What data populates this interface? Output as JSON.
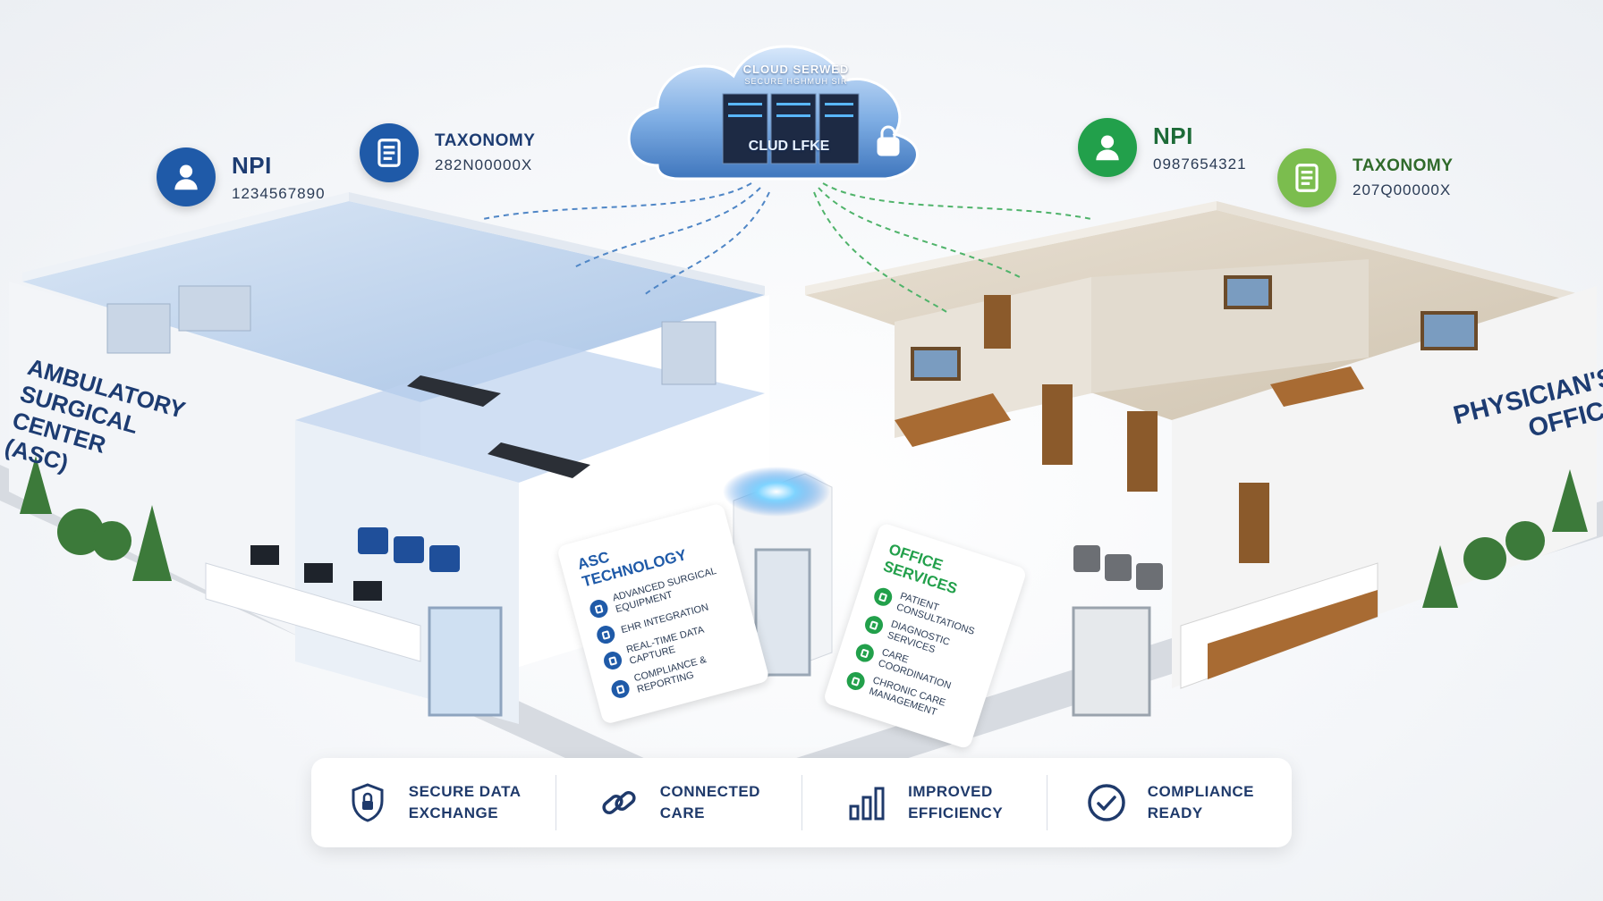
{
  "cloud": {
    "title": "CLOUD SERWED",
    "subtitle": "SECURE HGHMUH SIR",
    "rack_label": "CLUD LFKE"
  },
  "asc": {
    "label_lines": [
      "AMBULATORY",
      "SURGICAL CENTER",
      "(ASC)"
    ],
    "npi_label": "NPI",
    "npi_value": "1234567890",
    "taxonomy_label": "TAXONOMY",
    "taxonomy_value": "282N00000X",
    "panel": {
      "title": "ASC TECHNOLOGY",
      "items": [
        "ADVANCED SURGICAL EQUIPMENT",
        "EHR INTEGRATION",
        "REAL-TIME DATA CAPTURE",
        "COMPLIANCE & REPORTING"
      ]
    }
  },
  "office": {
    "label_lines": [
      "PHYSICIAN'S",
      "OFFICE"
    ],
    "npi_label": "NPI",
    "npi_value": "0987654321",
    "taxonomy_label": "TAXONOMY",
    "taxonomy_value": "207Q00000X",
    "panel": {
      "title": "OFFICE SERVICES",
      "items": [
        "PATIENT CONSULTATIONS",
        "DIAGNOSTIC SERVICES",
        "CARE COORDINATION",
        "CHRONIC CARE MANAGEMENT"
      ]
    }
  },
  "benefits": [
    {
      "line1": "SECURE DATA",
      "line2": "EXCHANGE",
      "icon": "shield-lock-icon"
    },
    {
      "line1": "CONNECTED",
      "line2": "CARE",
      "icon": "chain-link-icon"
    },
    {
      "line1": "IMPROVED",
      "line2": "EFFICIENCY",
      "icon": "bar-chart-icon"
    },
    {
      "line1": "COMPLIANCE",
      "line2": "READY",
      "icon": "check-circle-icon"
    }
  ],
  "colors": {
    "navy": "#1d3c72",
    "asc_blue": "#1f5aa8",
    "office_green": "#22a04b",
    "light_green": "#7bbd4e",
    "cloud_blue": "#4f86c6"
  }
}
